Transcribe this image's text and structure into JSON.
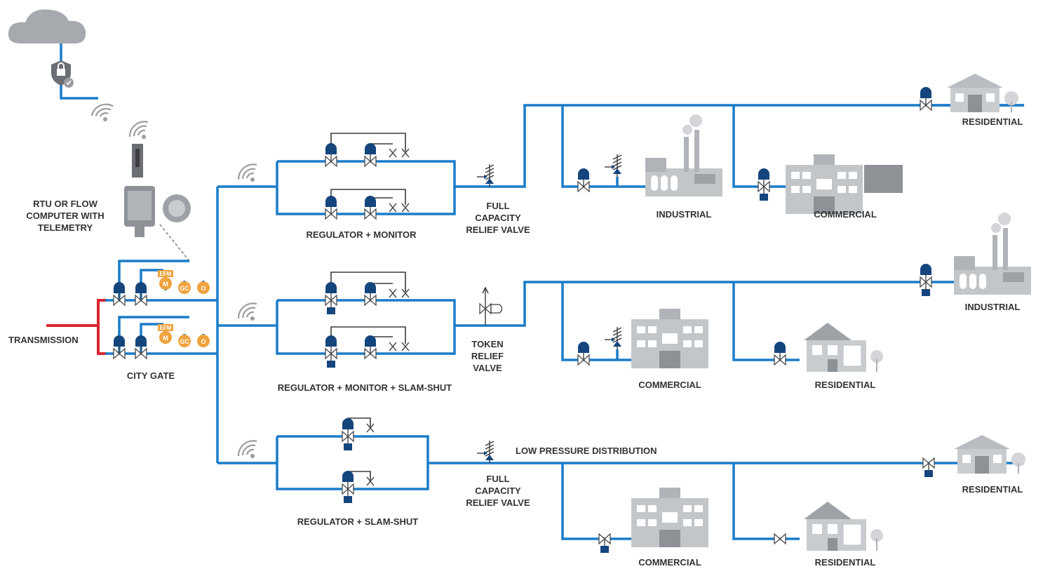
{
  "labels": {
    "rtu": "RTU OR FLOW\nCOMPUTER WITH\nTELEMETRY",
    "transmission": "TRANSMISSION",
    "city_gate": "CITY GATE",
    "regulator_monitor": "REGULATOR + MONITOR",
    "regulator_monitor_slam": "REGULATOR + MONITOR + SLAM-SHUT",
    "regulator_slam": "REGULATOR + SLAM-SHUT",
    "full_capacity_relief_1": "FULL\nCAPACITY\nRELIEF VALVE",
    "token_relief": "TOKEN\nRELIEF\nVALVE",
    "full_capacity_relief_2": "FULL\nCAPACITY\nRELIEF VALVE",
    "low_pressure": "LOW PRESSURE DISTRIBUTION",
    "industrial_1": "INDUSTRIAL",
    "commercial_1": "COMMERCIAL",
    "residential_1": "RESIDENTIAL",
    "industrial_2": "INDUSTRIAL",
    "commercial_2": "COMMERCIAL",
    "residential_2": "RESIDENTIAL",
    "residential_3": "RESIDENTIAL",
    "commercial_3": "COMMERCIAL",
    "residential_4": "RESIDENTIAL"
  },
  "meters": {
    "efm_top": "EFM",
    "m": "M",
    "gc": "GC",
    "o": "O"
  },
  "colors": {
    "pipe": "#1a7cc9",
    "transmission": "#d9262e",
    "navy": "#15457d",
    "orange": "#f0a23c",
    "building": "#b9bcc0"
  }
}
